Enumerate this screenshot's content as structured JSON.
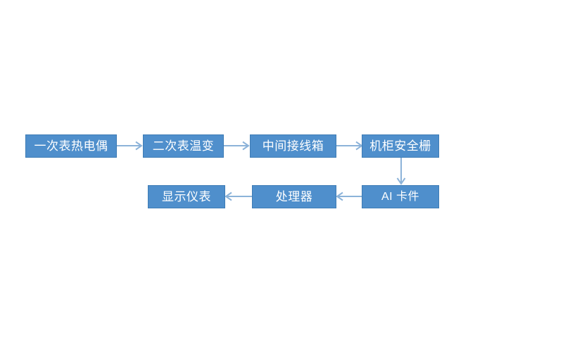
{
  "diagram": {
    "title": "",
    "background_color": "#ffffff",
    "node_fill": "#4f8fcc",
    "node_border": "#3e7cb5",
    "node_text_color": "#ffffff",
    "arrow_color": "#8cb3d9",
    "rows": [
      {
        "direction": "left-to-right",
        "nodes": [
          {
            "id": "thermocouple",
            "label": "一次表热电偶"
          },
          {
            "id": "transmitter",
            "label": "二次表温变"
          },
          {
            "id": "junction-box",
            "label": "中间接线箱"
          },
          {
            "id": "safety-barrier",
            "label": "机柜安全栅"
          }
        ]
      },
      {
        "direction": "right-to-left",
        "nodes": [
          {
            "id": "ai-card",
            "label": "AI 卡件"
          },
          {
            "id": "processor",
            "label": "处理器"
          },
          {
            "id": "display-meter",
            "label": "显示仪表"
          }
        ]
      }
    ],
    "connectors": [
      {
        "id": "arrow-thermocouple-to-transmitter",
        "from": "thermocouple",
        "to": "transmitter",
        "direction": "right"
      },
      {
        "id": "arrow-transmitter-to-junction-box",
        "from": "transmitter",
        "to": "junction-box",
        "direction": "right"
      },
      {
        "id": "arrow-junction-box-to-safety-barrier",
        "from": "junction-box",
        "to": "safety-barrier",
        "direction": "right"
      },
      {
        "id": "arrow-safety-barrier-to-ai-card",
        "from": "safety-barrier",
        "to": "ai-card",
        "direction": "down"
      },
      {
        "id": "arrow-ai-card-to-processor",
        "from": "ai-card",
        "to": "processor",
        "direction": "left"
      },
      {
        "id": "arrow-processor-to-display-meter",
        "from": "processor",
        "to": "display-meter",
        "direction": "left"
      }
    ]
  }
}
